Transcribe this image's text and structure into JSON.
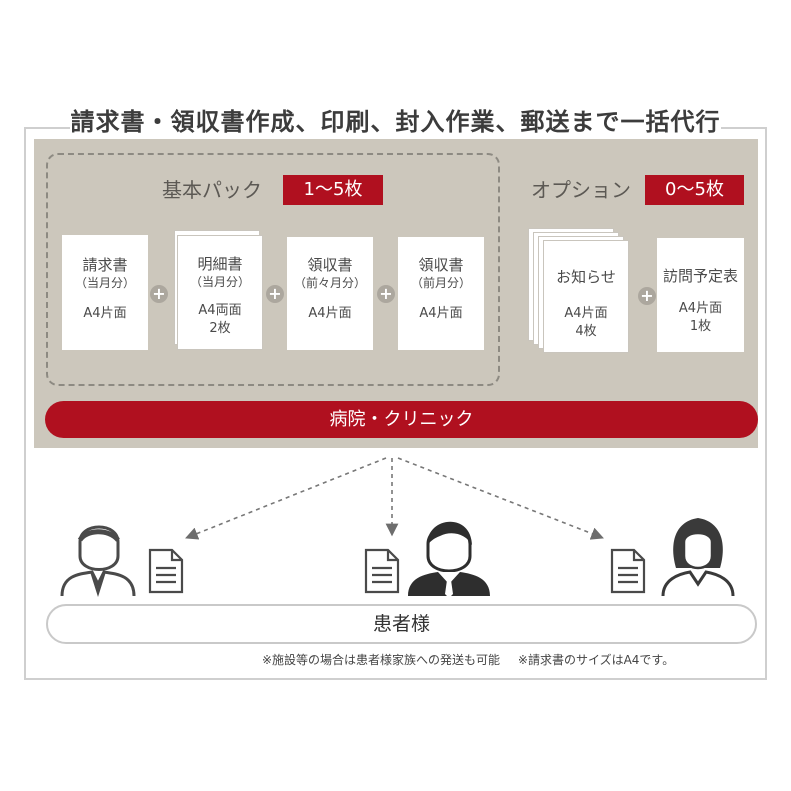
{
  "headline": "請求書・領収書作成、印刷、封入作業、郵送まで一括代行",
  "basic_pack": {
    "title": "基本パック",
    "badge": "1～5枚",
    "docs": [
      {
        "name": "請求書",
        "sub": "（当月分）",
        "spec": [
          "A4片面"
        ]
      },
      {
        "name": "明細書",
        "sub": "（当月分）",
        "spec": [
          "A4両面",
          "2枚"
        ]
      },
      {
        "name": "領収書",
        "sub": "（前々月分）",
        "spec": [
          "A4片面"
        ]
      },
      {
        "name": "領収書",
        "sub": "（前月分）",
        "spec": [
          "A4片面"
        ]
      }
    ]
  },
  "option": {
    "title": "オプション",
    "badge": "0～5枚",
    "docs": [
      {
        "name": "お知らせ",
        "spec": [
          "A4片面",
          "4枚"
        ]
      },
      {
        "name": "訪問予定表",
        "spec": [
          "A4片面",
          "1枚"
        ]
      }
    ]
  },
  "plus_symbol": "+",
  "clinic_label": "病院・クリニック",
  "patient_label": "患者様",
  "notes": [
    "※施設等の場合は患者様家族への発送も可能",
    "※請求書のサイズはA4です。"
  ],
  "colors": {
    "accent": "#b0101f",
    "panel": "#ccc7bc",
    "icon": "#4a4a4a"
  },
  "icons": [
    "person-icon",
    "document-icon",
    "businessman-icon",
    "woman-icon",
    "plus-icon"
  ]
}
